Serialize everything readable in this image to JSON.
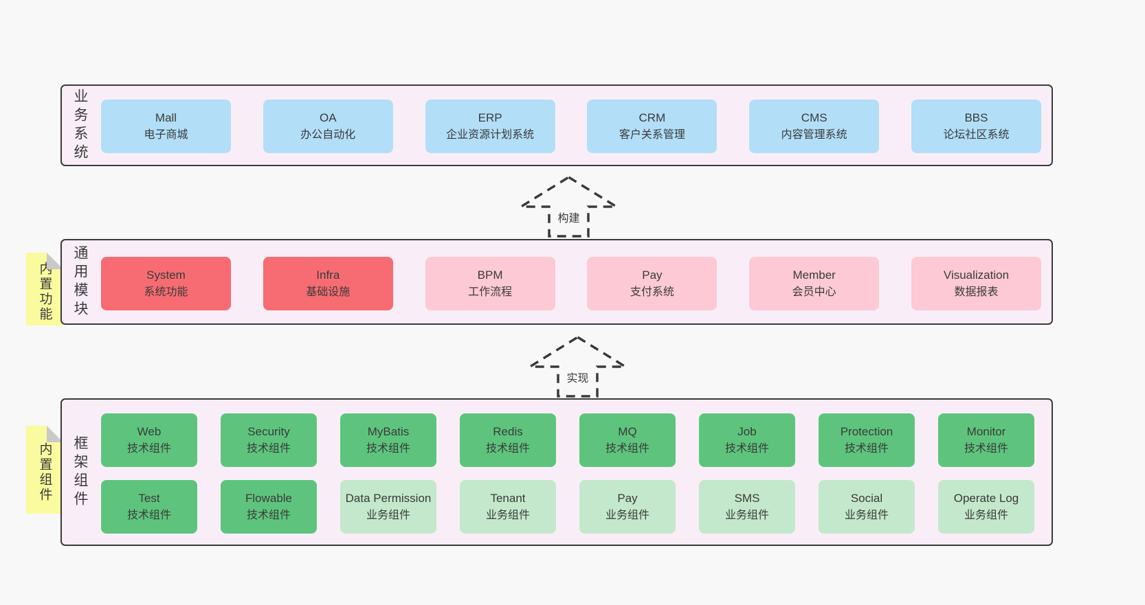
{
  "colors": {
    "page-bg": "#f8f8f8",
    "layer-bg": "#f9eef7",
    "line": "#3a3a3a",
    "text": "#3a3a3a",
    "blue": "#b2def8",
    "red": "#f66c72",
    "pink": "#fcc9d4",
    "green": "#5ec47d",
    "lightgreen": "#c4e8cb",
    "yellow": "#fafa9e",
    "fold": "#c9c9c9"
  },
  "arrows": [
    {
      "label": "构建"
    },
    {
      "label": "实现"
    }
  ],
  "layers": [
    {
      "label": "业务系统",
      "boxes": [
        {
          "name": "Mall",
          "subtitle": "电子商城",
          "type": "blue"
        },
        {
          "name": "OA",
          "subtitle": "办公自动化",
          "type": "blue"
        },
        {
          "name": "ERP",
          "subtitle": "企业资源计划系统",
          "type": "blue"
        },
        {
          "name": "CRM",
          "subtitle": "客户关系管理",
          "type": "blue"
        },
        {
          "name": "CMS",
          "subtitle": "内容管理系统",
          "type": "blue"
        },
        {
          "name": "BBS",
          "subtitle": "论坛社区系统",
          "type": "blue"
        }
      ]
    },
    {
      "label": "通用模块",
      "tag": "内置功能",
      "boxes": [
        {
          "name": "System",
          "subtitle": "系统功能",
          "type": "red"
        },
        {
          "name": "Infra",
          "subtitle": "基础设施",
          "type": "red"
        },
        {
          "name": "BPM",
          "subtitle": "工作流程",
          "type": "pink"
        },
        {
          "name": "Pay",
          "subtitle": "支付系统",
          "type": "pink"
        },
        {
          "name": "Member",
          "subtitle": "会员中心",
          "type": "pink"
        },
        {
          "name": "Visualization",
          "subtitle": "数据报表",
          "type": "pink"
        }
      ]
    },
    {
      "label": "框架组件",
      "tag": "内置组件",
      "boxes": [
        {
          "name": "Web",
          "subtitle": "技术组件",
          "type": "green"
        },
        {
          "name": "Security",
          "subtitle": "技术组件",
          "type": "green"
        },
        {
          "name": "MyBatis",
          "subtitle": "技术组件",
          "type": "green"
        },
        {
          "name": "Redis",
          "subtitle": "技术组件",
          "type": "green"
        },
        {
          "name": "MQ",
          "subtitle": "技术组件",
          "type": "green"
        },
        {
          "name": "Job",
          "subtitle": "技术组件",
          "type": "green"
        },
        {
          "name": "Protection",
          "subtitle": "技术组件",
          "type": "green"
        },
        {
          "name": "Monitor",
          "subtitle": "技术组件",
          "type": "green"
        },
        {
          "name": "Test",
          "subtitle": "技术组件",
          "type": "green"
        },
        {
          "name": "Flowable",
          "subtitle": "技术组件",
          "type": "green"
        },
        {
          "name": "Data Permission",
          "subtitle": "业务组件",
          "type": "lightgreen"
        },
        {
          "name": "Tenant",
          "subtitle": "业务组件",
          "type": "lightgreen"
        },
        {
          "name": "Pay",
          "subtitle": "业务组件",
          "type": "lightgreen"
        },
        {
          "name": "SMS",
          "subtitle": "业务组件",
          "type": "lightgreen"
        },
        {
          "name": "Social",
          "subtitle": "业务组件",
          "type": "lightgreen"
        },
        {
          "name": "Operate Log",
          "subtitle": "业务组件",
          "type": "lightgreen"
        }
      ]
    }
  ]
}
